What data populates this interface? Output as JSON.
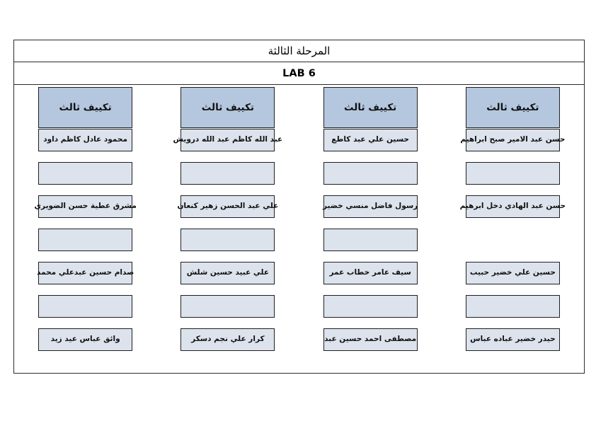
{
  "page": {
    "stage_title": "المرحلة الثالثة",
    "lab_title": "LAB 6",
    "colors": {
      "header_fill": "#b4c7de",
      "cell_fill": "#dce3ed",
      "border": "#1f1f1f",
      "page_background": "#ffffff"
    }
  },
  "columns": [
    {
      "header": "تكييف ثالث",
      "cells": [
        {
          "text": "محمود عادل كاظم داود",
          "empty": false,
          "box": true
        },
        {
          "text": "",
          "empty": true,
          "box": true
        },
        {
          "text": "مشرق عطية حسن الضويري",
          "empty": false,
          "box": true
        },
        {
          "text": "",
          "empty": true,
          "box": true
        },
        {
          "text": "صدام حسين عبدعلي محمد",
          "empty": false,
          "box": true
        },
        {
          "text": "",
          "empty": true,
          "box": true
        },
        {
          "text": "وائق عباس عيد زيد",
          "empty": false,
          "box": true
        }
      ]
    },
    {
      "header": "تكييف ثالث",
      "cells": [
        {
          "text": "عبد الله كاظم عبد الله درويش",
          "empty": false,
          "box": true
        },
        {
          "text": "",
          "empty": true,
          "box": true
        },
        {
          "text": "علي عبد الحسن زهير كنعان",
          "empty": false,
          "box": true
        },
        {
          "text": "",
          "empty": true,
          "box": true
        },
        {
          "text": "علي عبيد حسين شلش",
          "empty": false,
          "box": true
        },
        {
          "text": "",
          "empty": true,
          "box": true
        },
        {
          "text": "كرار علي نجم دسكر",
          "empty": false,
          "box": true
        }
      ]
    },
    {
      "header": "تكييف ثالث",
      "cells": [
        {
          "text": "حسين علي عبد كاطع",
          "empty": false,
          "box": true
        },
        {
          "text": "",
          "empty": true,
          "box": true
        },
        {
          "text": "رسول فاضل منسي خضير",
          "empty": false,
          "box": true
        },
        {
          "text": "",
          "empty": true,
          "box": true
        },
        {
          "text": "سيف عامر خطاب عمر",
          "empty": false,
          "box": true
        },
        {
          "text": "",
          "empty": true,
          "box": true
        },
        {
          "text": "مصطفى احمد حسين عبد",
          "empty": false,
          "box": true
        }
      ]
    },
    {
      "header": "تكييف ثالث",
      "cells": [
        {
          "text": "حسن عبد الامير صبح ابراهيم",
          "empty": false,
          "box": true
        },
        {
          "text": "",
          "empty": true,
          "box": true
        },
        {
          "text": "حسن عبد الهادي دخل ابرهيم",
          "empty": false,
          "box": true
        },
        {
          "text": "",
          "empty": true,
          "box": false
        },
        {
          "text": "حسين علي خضير حبيب",
          "empty": false,
          "box": true
        },
        {
          "text": "",
          "empty": true,
          "box": true
        },
        {
          "text": "حيدر خضير عباده عباس",
          "empty": false,
          "box": true
        }
      ]
    }
  ]
}
